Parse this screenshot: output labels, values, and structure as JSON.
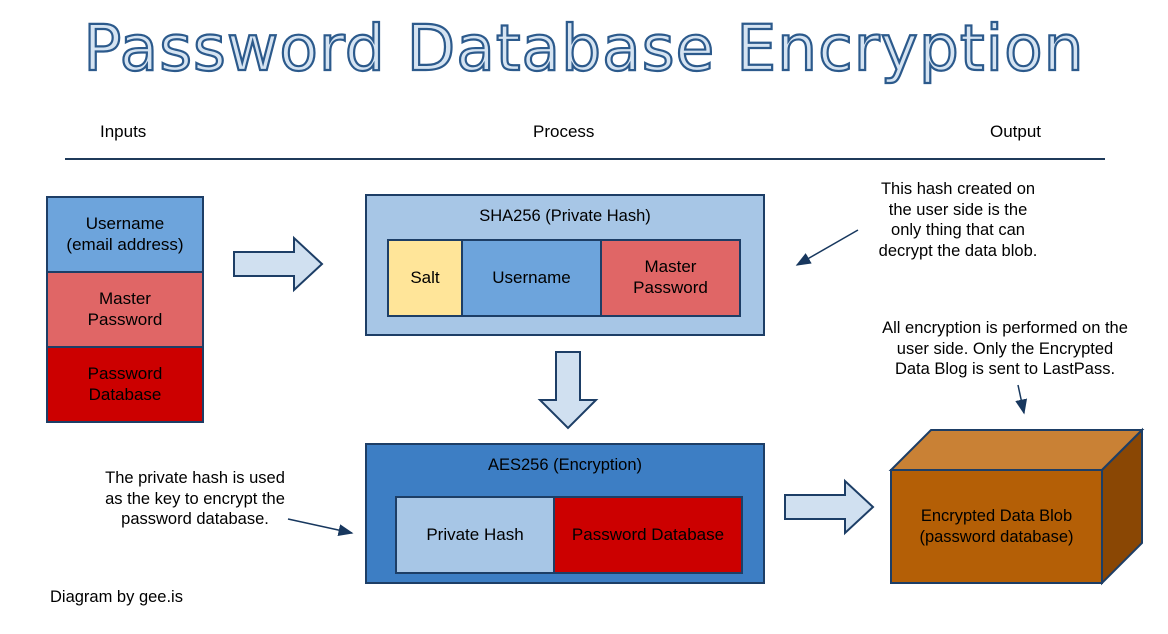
{
  "title": "Password Database Encryption",
  "columns": {
    "inputs": "Inputs",
    "process": "Process",
    "output": "Output"
  },
  "inputs": {
    "username": "Username\n(email address)",
    "master_password": "Master\nPassword",
    "password_database": "Password\nDatabase"
  },
  "sha": {
    "title": "SHA256 (Private Hash)",
    "salt": "Salt",
    "username": "Username",
    "master_password": "Master\nPassword"
  },
  "aes": {
    "title": "AES256 (Encryption)",
    "private_hash": "Private Hash",
    "password_database": "Password Database"
  },
  "output_box": "Encrypted Data Blob\n(password database)",
  "notes": {
    "hash_note": "This hash created on\nthe user side is the\nonly thing that can\ndecrypt the data blob.",
    "encryption_note": "All encryption is performed on the\nuser side. Only the Encrypted\nData Blog is sent to LastPass.",
    "key_note": "The private hash is used\nas the key to encrypt the\npassword database."
  },
  "credit": "Diagram by gee.is",
  "colors": {
    "title_fill": "#d6e4f2",
    "title_stroke": "#2c5a8c",
    "light_blue": "#a7c6e6",
    "mid_blue": "#6da4dc",
    "dark_blue": "#3d7ec4",
    "salmon": "#e06666",
    "red": "#cc0000",
    "yellow": "#ffe599",
    "arrow_fill": "#d0e0f0",
    "blob_front": "#b45f06",
    "blob_top": "#c98135",
    "blob_side": "#8a4704"
  }
}
